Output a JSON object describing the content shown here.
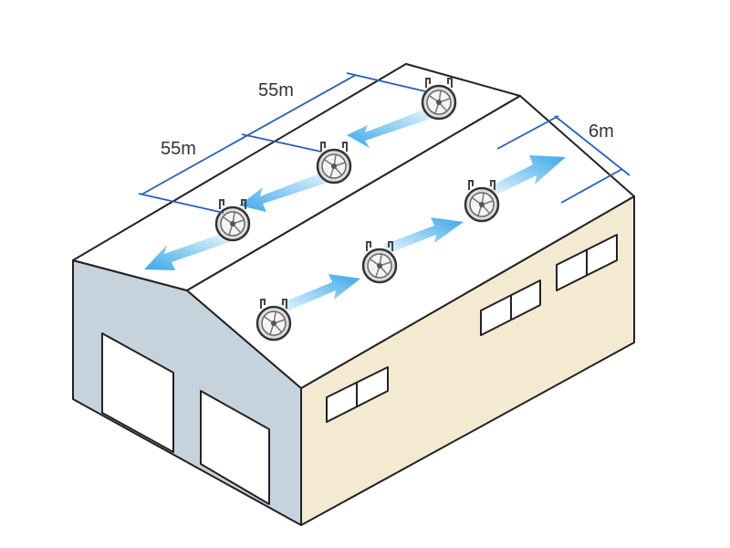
{
  "diagram": {
    "labels": {
      "dim_top": "55m",
      "dim_left": "55m",
      "dim_width": "6m"
    },
    "colors": {
      "gable_wall": "#c6d3dd",
      "side_wall": "#f4ead2",
      "roof": "#ffffff",
      "dimension_line": "#2a5fb8",
      "airflow": "#3aa8e8"
    },
    "fans": [
      "roof-fan",
      "roof-fan",
      "roof-fan",
      "roof-fan",
      "roof-fan",
      "roof-fan"
    ]
  }
}
